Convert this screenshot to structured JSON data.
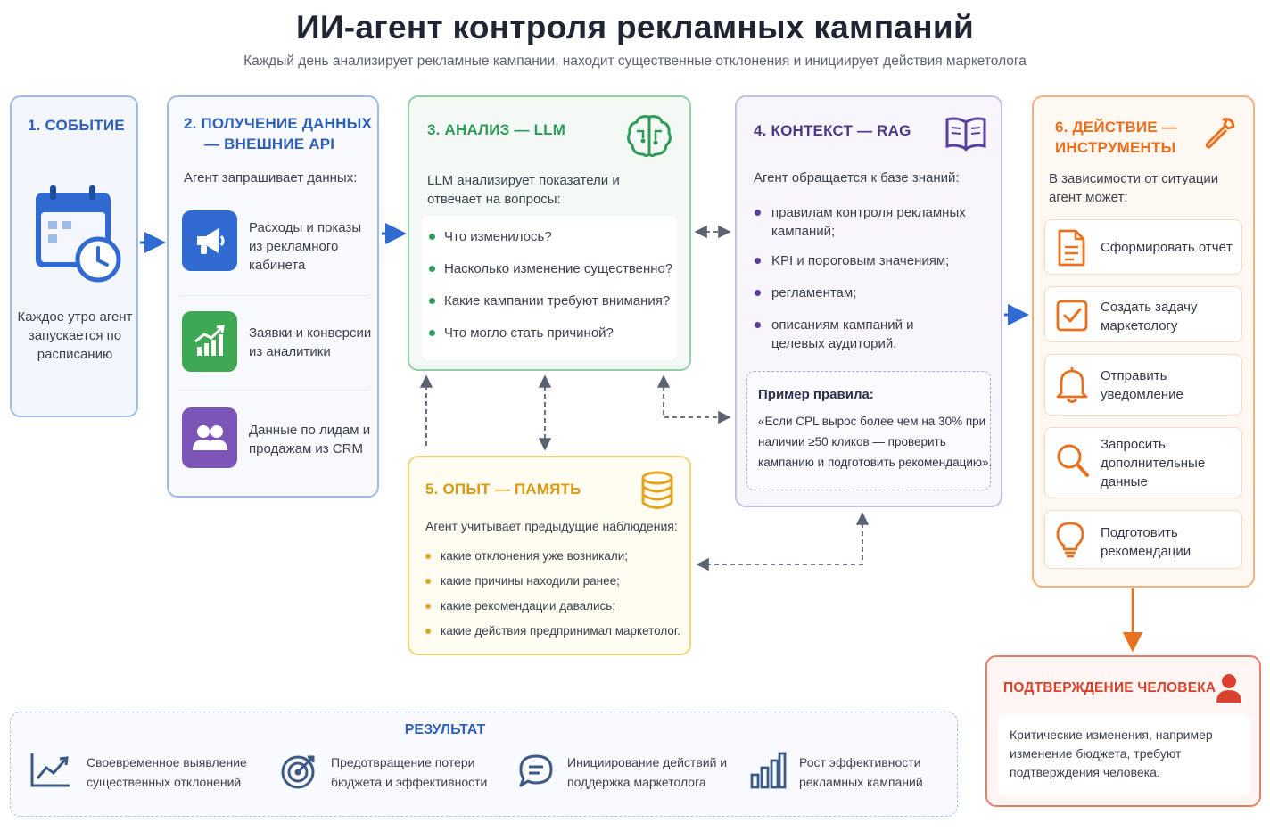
{
  "header": {
    "title": "ИИ-агент контроля рекламных кампаний",
    "subtitle": "Каждый день анализирует рекламные кампании, находит существенные отклонения и инициирует действия маркетолога"
  },
  "colors": {
    "blue": "#2f6bd0",
    "green": "#2e9b5b",
    "purple": "#5b3f9e",
    "yellow": "#e3a51f",
    "orange": "#e8711f",
    "red": "#d8422e"
  },
  "event": {
    "title": "1. СОБЫТИЕ",
    "icon": "calendar-clock-icon",
    "text": "Каждое утро агент запускается по расписанию"
  },
  "data_card": {
    "title_line1": "2. ПОЛУЧЕНИЕ ДАННЫХ",
    "title_line2": "— ВНЕШНИЕ API",
    "intro": "Агент запрашивает данных:",
    "items": [
      {
        "icon": "megaphone-icon",
        "text": "Расходы и показы из рекламного кабинета"
      },
      {
        "icon": "growth-chart-icon",
        "text": "Заявки и конверсии из аналитики"
      },
      {
        "icon": "people-icon",
        "text": "Данные по лидам и продажам из CRM"
      }
    ]
  },
  "analysis": {
    "title": "3. АНАЛИЗ — LLM",
    "icon": "brain-icon",
    "intro": "LLM анализирует показатели и отвечает на вопросы:",
    "questions": [
      "Что изменилось?",
      "Насколько изменение существенно?",
      "Какие кампании требуют внимания?",
      "Что могло стать причиной?"
    ]
  },
  "context": {
    "title": "4. КОНТЕКСТ — RAG",
    "icon": "book-icon",
    "intro": "Агент обращается к базе знаний:",
    "items": [
      "правилам контроля рекламных кампаний;",
      "KPI и пороговым значениям;",
      "регламентам;",
      "описаниям кампаний и целевых аудиторий."
    ],
    "rule_title": "Пример правила:",
    "rule_text": "«Если CPL вырос более чем на 30% при наличии ≥50 кликов — проверить кампанию и подготовить рекомендацию»."
  },
  "memory": {
    "title": "5. ОПЫТ — ПАМЯТЬ",
    "icon": "database-icon",
    "intro": "Агент учитывает предыдущие наблюдения:",
    "items": [
      "какие отклонения уже возникали;",
      "какие причины находили ранее;",
      "какие рекомендации давались;",
      "какие действия предпринимал маркетолог."
    ]
  },
  "actions": {
    "title_line1": "6. ДЕЙСТВИЕ —",
    "title_line2": "ИНСТРУМЕНТЫ",
    "icon": "wrench-icon",
    "intro": "В зависимости от ситуации агент может:",
    "tools": [
      {
        "icon": "document-icon",
        "text": "Сформировать отчёт"
      },
      {
        "icon": "checkbox-icon",
        "text": "Создать задачу маркетологу"
      },
      {
        "icon": "bell-icon",
        "text": "Отправить уведомление"
      },
      {
        "icon": "search-icon",
        "text": "Запросить дополнительные данные"
      },
      {
        "icon": "lightbulb-icon",
        "text": "Подготовить рекомендации"
      }
    ]
  },
  "confirmation": {
    "title": "ПОДТВЕРЖДЕНИЕ ЧЕЛОВЕКА",
    "icon": "person-icon",
    "text": "Критические изменения, например изменение бюджета, требуют подтверждения человека."
  },
  "result": {
    "title": "РЕЗУЛЬТАТ",
    "items": [
      {
        "icon": "trend-up-icon",
        "text": "Своевременное выявление существенных отклонений"
      },
      {
        "icon": "target-icon",
        "text": "Предотвращение потери бюджета и эффективности"
      },
      {
        "icon": "chat-icon",
        "text": "Инициирование действий и поддержка маркетолога"
      },
      {
        "icon": "bar-chart-icon",
        "text": "Рост эффективности рекламных кампаний"
      }
    ]
  }
}
